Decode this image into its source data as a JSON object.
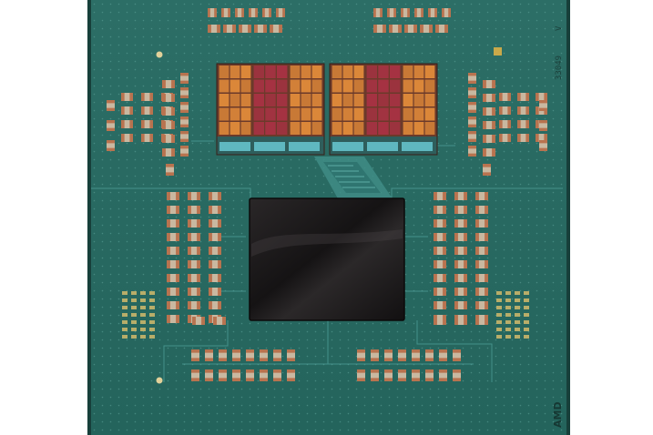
{
  "image": {
    "description_tokens": [
      "cpu-package",
      "substrate",
      "io-die",
      "ccd-chiplet",
      "smd-capacitor"
    ]
  },
  "package": {
    "part_code": "33049",
    "mark_letter": "V",
    "brand_logo": "AMD"
  },
  "colors": {
    "background": "#ffffff",
    "substrate": "#2a6b63",
    "substrate_dark": "#1f5750",
    "edge": "#14423d",
    "die_dark": "#1a1819",
    "cap_copper": "#b8734f",
    "cap_body": "#f0e2cc",
    "cap_ceramic": "#c9b8a0",
    "ccd_orange": "#e08a3a",
    "ccd_red": "#a83244",
    "ccd_cyan": "#5fb8c0",
    "trace": "#4fa09a",
    "gold_pad": "#c9b56a"
  }
}
